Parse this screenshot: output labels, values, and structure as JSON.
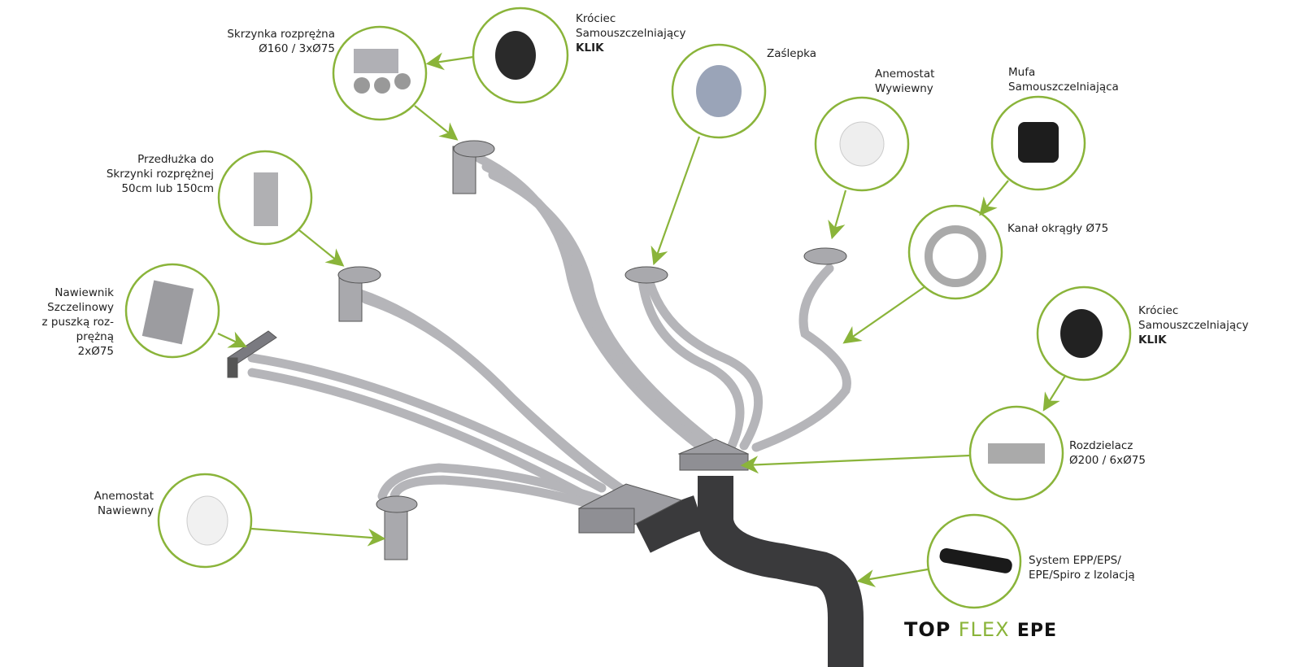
{
  "colors": {
    "accent": "#8ab43a",
    "duct": "#b8b8bc",
    "dark_duct": "#3a3a3c"
  },
  "labels": {
    "skrzynka": [
      "Skrzynka rozprężna",
      "Ø160 / 3xØ75"
    ],
    "krociec_top": [
      "Króciec",
      "Samouszczelniający",
      "KLIK"
    ],
    "zaslepka": [
      "Zaślepka"
    ],
    "anemostat_wyw": [
      "Anemostat",
      "Wywiewny"
    ],
    "mufa": [
      "Mufa",
      "Samouszczelniająca"
    ],
    "kanal": [
      "Kanał okrągły Ø75"
    ],
    "krociec_right": [
      "Króciec",
      "Samouszczelniający",
      "KLIK"
    ],
    "rozdzielacz": [
      "Rozdzielacz",
      "Ø200 / 6xØ75"
    ],
    "system": [
      "System EPP/EPS/",
      "EPE/Spiro z Izolacją"
    ],
    "anemostat_naw": [
      "Anemostat",
      "Nawiewny"
    ],
    "nawiewnik": [
      "Nawiewnik",
      "Szczelinowy",
      "z  puszką roz-",
      "prężną",
      "2xØ75"
    ],
    "przedluzka": [
      "Przedłużka do",
      "Skrzynki rozprężnej",
      "50cm lub 150cm"
    ]
  },
  "logo": {
    "top": "TOP",
    "flex": "FLEX",
    "epe": "EPE"
  }
}
